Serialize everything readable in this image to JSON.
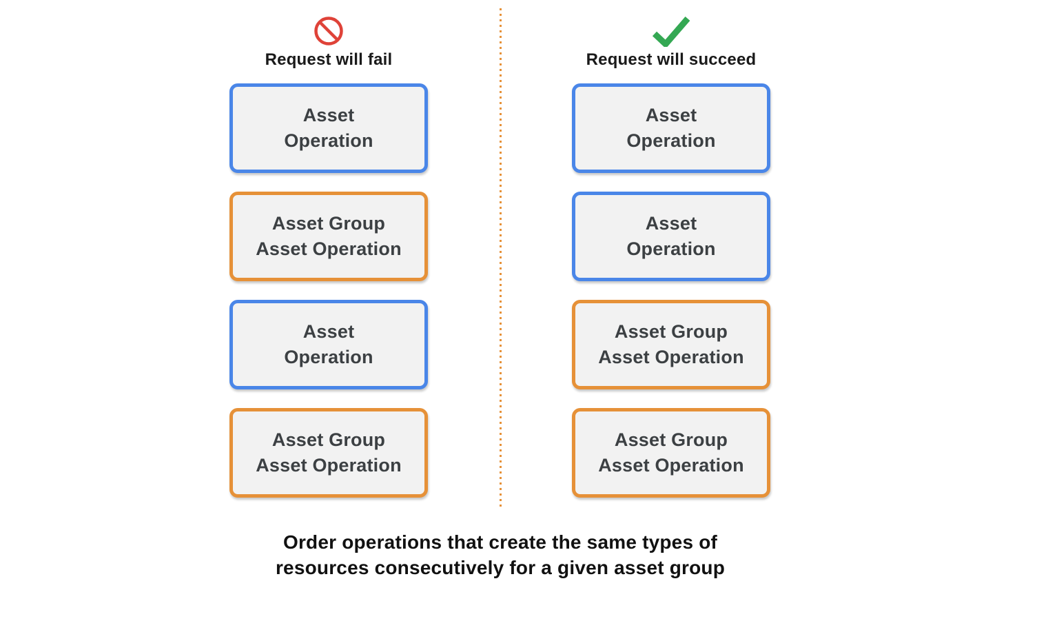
{
  "caption": {
    "text": "Order operations that create the same types of\nresources consecutively for a given asset group"
  },
  "columns": [
    {
      "heading": "Request will fail",
      "icon": "prohibition-icon",
      "boxes": [
        {
          "label": "Asset\nOperation",
          "border_color": "blue"
        },
        {
          "label": "Asset Group\nAsset Operation",
          "border_color": "orange"
        },
        {
          "label": "Asset\nOperation",
          "border_color": "blue"
        },
        {
          "label": "Asset Group\nAsset Operation",
          "border_color": "orange"
        }
      ]
    },
    {
      "heading": "Request will succeed",
      "icon": "checkmark-icon",
      "boxes": [
        {
          "label": "Asset\nOperation",
          "border_color": "blue"
        },
        {
          "label": "Asset\nOperation",
          "border_color": "blue"
        },
        {
          "label": "Asset Group\nAsset Operation",
          "border_color": "orange"
        },
        {
          "label": "Asset Group\nAsset Operation",
          "border_color": "orange"
        }
      ]
    }
  ],
  "colors": {
    "blue_border": "#4A86E8",
    "orange_border": "#E69138",
    "box_fill": "#F2F2F2",
    "box_text": "#3C4043",
    "fail_red": "#DF4238",
    "success_green": "#34A853",
    "divider_orange": "#E69138",
    "heading_text": "#1A1A1A"
  }
}
